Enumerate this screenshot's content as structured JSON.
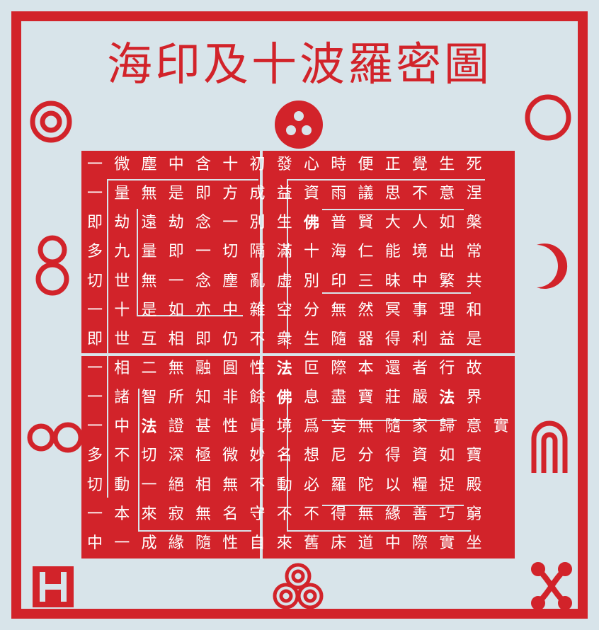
{
  "title": "海印及十波羅密圖",
  "grid": {
    "rows": [
      "一微塵中含十初發心時便正覺生死",
      "一量無是即方成益資雨議思不意涅",
      "即劫遠劫念一別生佛普賢大人如槃",
      "多九量即一切隔滿十海仁能境出常",
      "切世無一念塵亂虛別印三昧中繁共",
      "一十是如亦中雜空分無然冥事理和",
      "即世互相即仍不衆生隨器得利益是",
      "一相二無融圓性法叵際本還者行故",
      "一諸智所知非餘佛息盡寶莊嚴法界",
      "一中法證甚性眞境爲妄無隨家歸意實",
      "多不切深極微妙名想尼分得資如寶",
      "切動一絕相無不動必羅陀以糧捉殿",
      "一本來寂無名守不不得無緣善巧窮",
      "中一成緣隨性自來舊床道中際實坐"
    ]
  },
  "symbols": {
    "top_left": "double-circle-icon",
    "top_center": "three-dots-circle-icon",
    "top_right": "circle-icon",
    "mid_left": "figure-eight-icon",
    "mid_right": "crescent-moon-icon",
    "low_left": "infinity-icon",
    "low_right": "arch-icon",
    "bottom_left": "h-glyph-icon",
    "bottom_center": "triple-spiral-icon",
    "bottom_right": "knot-icon"
  },
  "colors": {
    "red": "#d2232a",
    "background": "#d8e4ea"
  }
}
